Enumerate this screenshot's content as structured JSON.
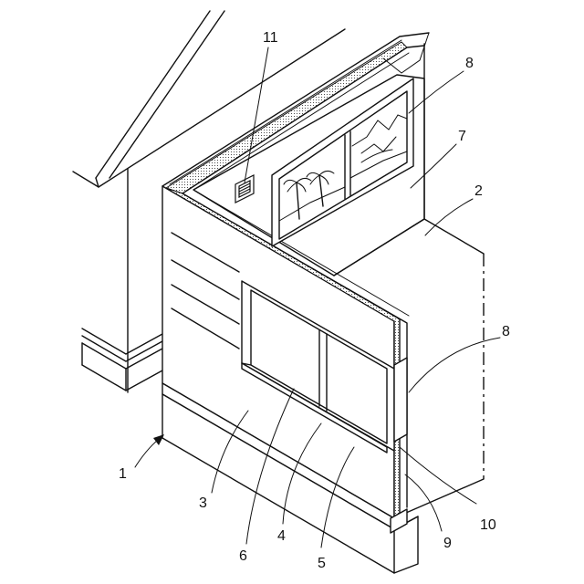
{
  "labels": {
    "n1": "1",
    "n2": "2",
    "n3": "3",
    "n4": "4",
    "n5": "5",
    "n6": "6",
    "n7": "7",
    "n8a": "8",
    "n8b": "8",
    "n9": "9",
    "n10": "10",
    "n11": "11"
  }
}
